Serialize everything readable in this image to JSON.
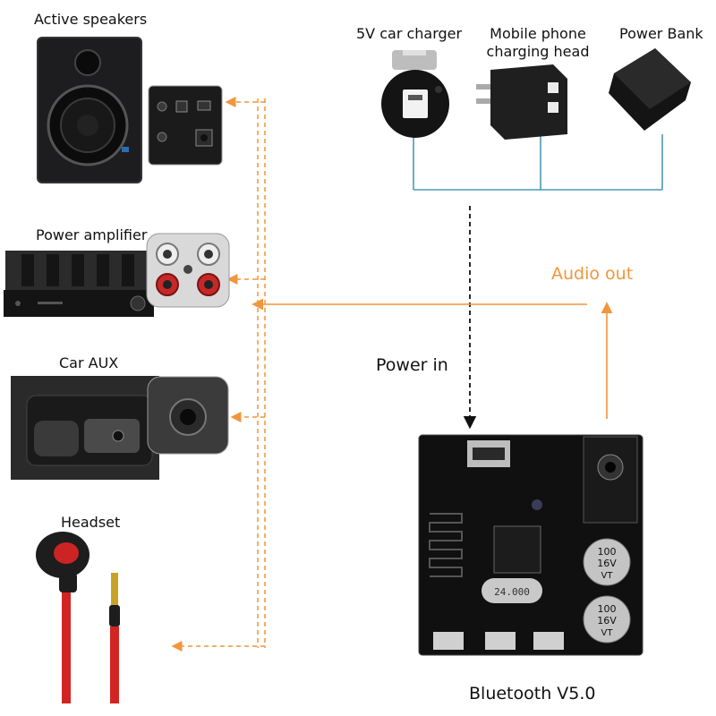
{
  "devices": {
    "active_speakers": "Active speakers",
    "power_amplifier": "Power amplifier",
    "car_aux": "Car AUX",
    "headset": "Headset"
  },
  "sources": {
    "car_charger": "5V car charger",
    "phone_head_line1": "Mobile phone",
    "phone_head_line2": "charging head",
    "power_bank": "Power Bank"
  },
  "flow": {
    "power_in": "Power in",
    "audio_out": "Audio out"
  },
  "module": {
    "name": "Bluetooth V5.0",
    "cap_1_value": "100",
    "cap_1_rating": "16V",
    "cap_1_code": "VT",
    "cap_2_value": "100",
    "cap_2_rating": "16V",
    "cap_2_code": "VT",
    "crystal": "24.000"
  },
  "colors": {
    "audio_line": "#f0963c",
    "power_line": "#4a9bb0",
    "power_arrow": "#111111"
  }
}
